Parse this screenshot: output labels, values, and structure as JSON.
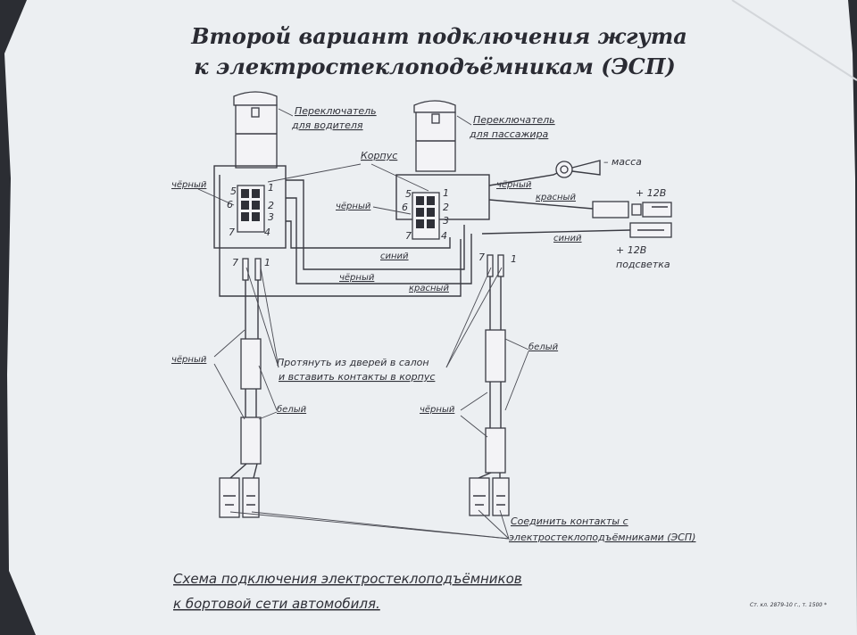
{
  "title": {
    "line1": "Второй вариант подключения жгута",
    "line2": "к электростеклоподъёмникам (ЭСП)"
  },
  "labels": {
    "driver_switch_1": "Переключатель",
    "driver_switch_2": "для водителя",
    "passenger_switch_1": "Переключатель",
    "passenger_switch_2": "для пассажира",
    "housing": "Корпус",
    "black_left": "чёрный",
    "black_center": "чёрный",
    "black_right_top": "чёрный",
    "red_top": "красный",
    "blue_top": "синий",
    "blue_mid": "синий",
    "black_mid": "чёрный",
    "red_mid": "красный",
    "ground": "– масса",
    "plus12": "+ 12В",
    "plus12_backlight_1": "+ 12В",
    "plus12_backlight_2": "подсветка",
    "pull_note_1": "Протянуть из дверей в салон",
    "pull_note_2": "и вставить контакты в корпус",
    "black_left_harness": "чёрный",
    "white_left_harness": "белый",
    "white_right_harness": "белый",
    "black_right_harness": "чёрный",
    "connect_note_1": "Соединить контакты с",
    "connect_note_2": "электростеклоподъёмниками (ЭСП)",
    "footer_1": "Схема подключения электростеклоподъёмников",
    "footer_2": "к бортовой сети автомобиля.",
    "print_mark": "Ст. кл. 2879-10 г., т. 1500 *"
  },
  "pins": {
    "left": [
      "5",
      "6",
      "7",
      "1",
      "2",
      "3",
      "4"
    ],
    "right": [
      "5",
      "6",
      "7",
      "1",
      "2",
      "3",
      "4"
    ],
    "left_plug_a": "7",
    "left_plug_b": "1",
    "right_plug_a": "7",
    "right_plug_b": "1"
  },
  "colors": {
    "paper": "#eceff2",
    "ink": "#2f3038",
    "background": "#2b2d33"
  }
}
